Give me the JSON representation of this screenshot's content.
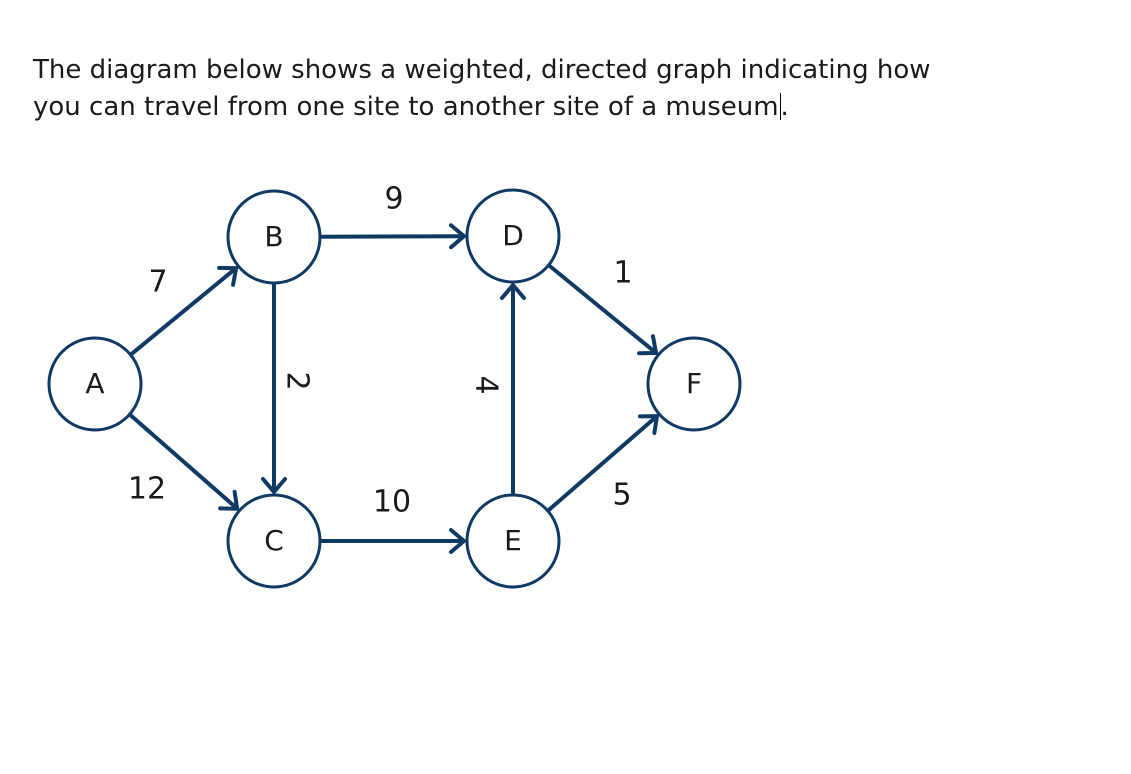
{
  "intro": {
    "line1": "The diagram below shows a weighted, directed graph indicating how",
    "line2": "you can travel from one site to another site of a museum",
    "line2_end": "."
  },
  "graph": {
    "directed": true,
    "weighted": true,
    "colors": {
      "edge": "#0f3a64",
      "node_border": "#0f3a64",
      "text": "#1a1a1a"
    },
    "nodes": [
      {
        "id": "A",
        "label": "A"
      },
      {
        "id": "B",
        "label": "B"
      },
      {
        "id": "C",
        "label": "C"
      },
      {
        "id": "D",
        "label": "D"
      },
      {
        "id": "E",
        "label": "E"
      },
      {
        "id": "F",
        "label": "F"
      }
    ],
    "edges": [
      {
        "from": "A",
        "to": "B",
        "weight": "7"
      },
      {
        "from": "A",
        "to": "C",
        "weight": "12"
      },
      {
        "from": "B",
        "to": "D",
        "weight": "9"
      },
      {
        "from": "B",
        "to": "C",
        "weight": "2"
      },
      {
        "from": "C",
        "to": "E",
        "weight": "10"
      },
      {
        "from": "E",
        "to": "D",
        "weight": "4"
      },
      {
        "from": "D",
        "to": "F",
        "weight": "1"
      },
      {
        "from": "E",
        "to": "F",
        "weight": "5"
      }
    ]
  }
}
